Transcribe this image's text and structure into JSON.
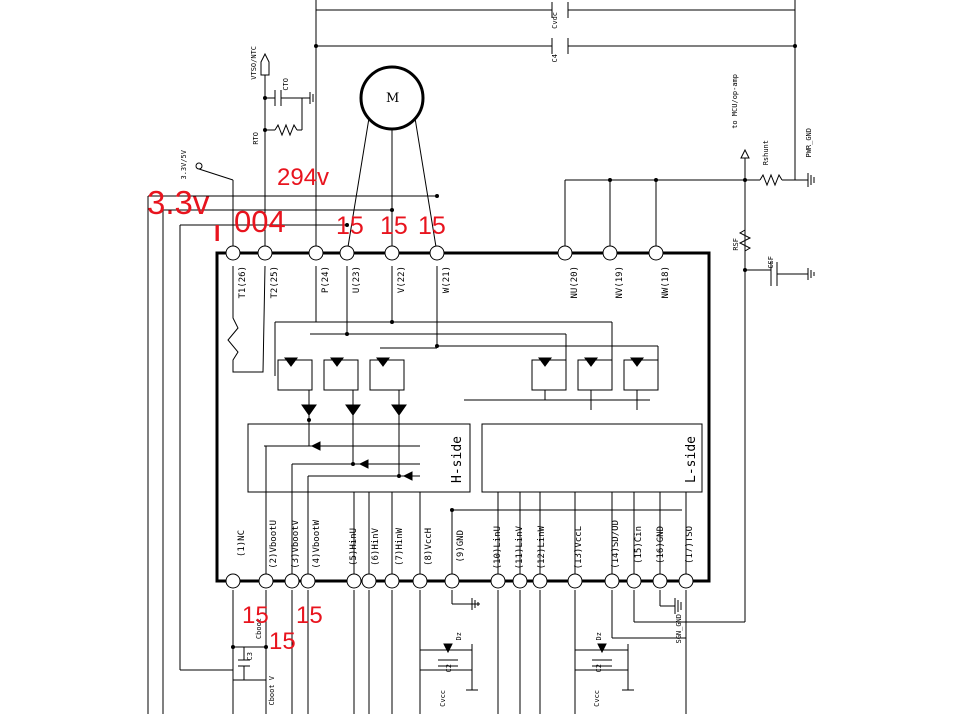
{
  "motor_label": "M",
  "capacitors": {
    "cvdc": "Cvdc",
    "c4": "C4",
    "cto": "CTO",
    "csf": "CSF",
    "c3": "C3",
    "c2a": "C2",
    "c2b": "C2",
    "cboot": "Cboot"
  },
  "resistors": {
    "rto": "RTO",
    "rshunt": "Rshunt",
    "rsf": "RSF"
  },
  "supply_labels": {
    "vtso": "VTSO/NTC",
    "supply": "3.3V/5V",
    "mcu": "to MCU/op-amp",
    "pwr_gnd": "PWR_GND",
    "sgn_gnd": "SGN_GND",
    "dz_a": "Dz",
    "dz_b": "Dz",
    "cvcc_a": "Cvcc",
    "cvcc_b": "Cvcc",
    "boot_v": "Cboot V"
  },
  "top_pins": [
    {
      "id": "t1",
      "label": "T1(26)"
    },
    {
      "id": "t2",
      "label": "T2(25)"
    },
    {
      "id": "p",
      "label": "P(24)"
    },
    {
      "id": "u",
      "label": "U(23)"
    },
    {
      "id": "v",
      "label": "V(22)"
    },
    {
      "id": "w",
      "label": "W(21)"
    },
    {
      "id": "nu",
      "label": "NU(20)"
    },
    {
      "id": "nv",
      "label": "NV(19)"
    },
    {
      "id": "nw",
      "label": "NW(18)"
    }
  ],
  "bottom_pins": [
    {
      "id": "nc",
      "label": "(1)NC"
    },
    {
      "id": "vbootu",
      "label": "(2)VbootU"
    },
    {
      "id": "vbootv",
      "label": "(3)VbootV"
    },
    {
      "id": "vbootw",
      "label": "(4)VbootW"
    },
    {
      "id": "hinu",
      "label": "(5)HinU"
    },
    {
      "id": "hinv",
      "label": "(6)HinV"
    },
    {
      "id": "hinw",
      "label": "(7)HinW"
    },
    {
      "id": "vcch",
      "label": "(8)VccH"
    },
    {
      "id": "gnd9",
      "label": "(9)GND"
    },
    {
      "id": "linu",
      "label": "(10)LinU"
    },
    {
      "id": "linv",
      "label": "(11)LinV"
    },
    {
      "id": "linw",
      "label": "(12)LinW"
    },
    {
      "id": "vccl",
      "label": "(13)VccL"
    },
    {
      "id": "sdod",
      "label": "(14)SD/OD"
    },
    {
      "id": "cin",
      "label": "(15)Cin"
    },
    {
      "id": "gnd16",
      "label": "(16)GND"
    },
    {
      "id": "tso",
      "label": "(17)TSO"
    }
  ],
  "blocks": {
    "h_side": "H-side",
    "l_side": "L-side"
  },
  "annotations": {
    "a294v": "294v",
    "a33v": "3.3v",
    "a004": "004",
    "tick": "I",
    "u15": "15",
    "v15": "15",
    "w15": "15",
    "vbootu15": "15",
    "vbootw15": "15",
    "cboot15": "15"
  }
}
